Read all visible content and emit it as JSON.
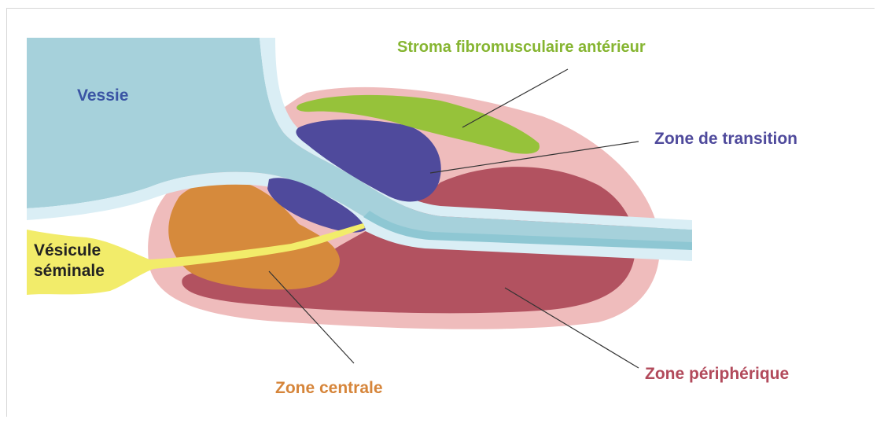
{
  "labels": {
    "vessie": "Vessie",
    "stroma": "Stroma fibromusculaire antérieur",
    "transition": "Zone de transition",
    "vesicule_line1": "Vésicule",
    "vesicule_line2": "séminale",
    "centrale": "Zone centrale",
    "peripherique": "Zone périphérique"
  },
  "colors": {
    "bladder": "#a6d1db",
    "bladder_wall": "#daeef5",
    "urethra": "#8ec7d3",
    "prostate_capsule": "#efbcbc",
    "peripheral_zone": "#b25260",
    "transition_zone": "#4f4a9c",
    "central_zone": "#d68a3c",
    "stroma": "#96c23a",
    "seminal_vesicle": "#f2ec6a",
    "label_vessie": "#3a54a4",
    "label_stroma": "#86b531",
    "label_transition": "#4f4a9c",
    "label_vesicule": "#222222",
    "label_centrale": "#d6853a",
    "label_peripherique": "#b24a5b",
    "leader_line": "#333333"
  }
}
